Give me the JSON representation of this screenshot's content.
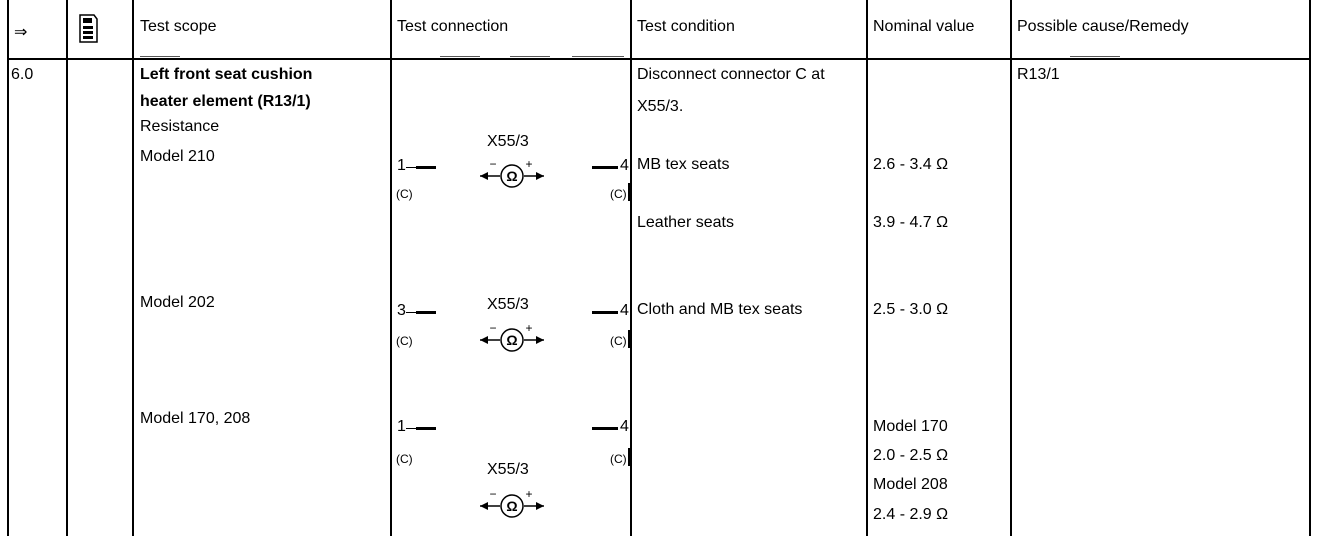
{
  "header": {
    "arrow_symbol": "⇒",
    "tool_icon": "multimeter-icon",
    "test_scope": "Test scope",
    "test_connection": "Test connection",
    "test_condition": "Test condition",
    "nominal_value": "Nominal value",
    "possible_cause": "Possible cause/Remedy"
  },
  "step": {
    "number": "6.0",
    "scope_title_line1": "Left front seat cushion",
    "scope_title_line2": "heater element  (R13/1)",
    "measurement": "Resistance",
    "condition_line1": "Disconnect connector C at",
    "condition_line2": "X55/3.",
    "remedy": "R13/1"
  },
  "rows": [
    {
      "model": "Model 210",
      "connector": "X55/3",
      "pin_left": "1",
      "pin_left_sub": "(C)",
      "pin_right": "4",
      "pin_right_sub": "(C)",
      "conditions": [
        "MB tex seats",
        "Leather seats"
      ],
      "values": [
        "2.6 - 3.4 Ω",
        "3.9 - 4.7 Ω"
      ]
    },
    {
      "model": "Model 202",
      "connector": "X55/3",
      "pin_left": "3",
      "pin_left_sub": "(C)",
      "pin_right": "4",
      "pin_right_sub": "(C)",
      "conditions": [
        "Cloth and MB tex seats"
      ],
      "values": [
        "2.5 - 3.0 Ω"
      ]
    },
    {
      "model": "Model 170, 208",
      "connector": "X55/3",
      "pin_left": "1",
      "pin_left_sub": "(C)",
      "pin_right": "4",
      "pin_right_sub": "(C)",
      "values": [
        "Model  170",
        "2.0 - 2.5 Ω",
        "Model  208",
        "2.4 - 2.9 Ω"
      ]
    }
  ],
  "meter": {
    "minus": "−",
    "plus": "+",
    "omega": "Ω"
  }
}
